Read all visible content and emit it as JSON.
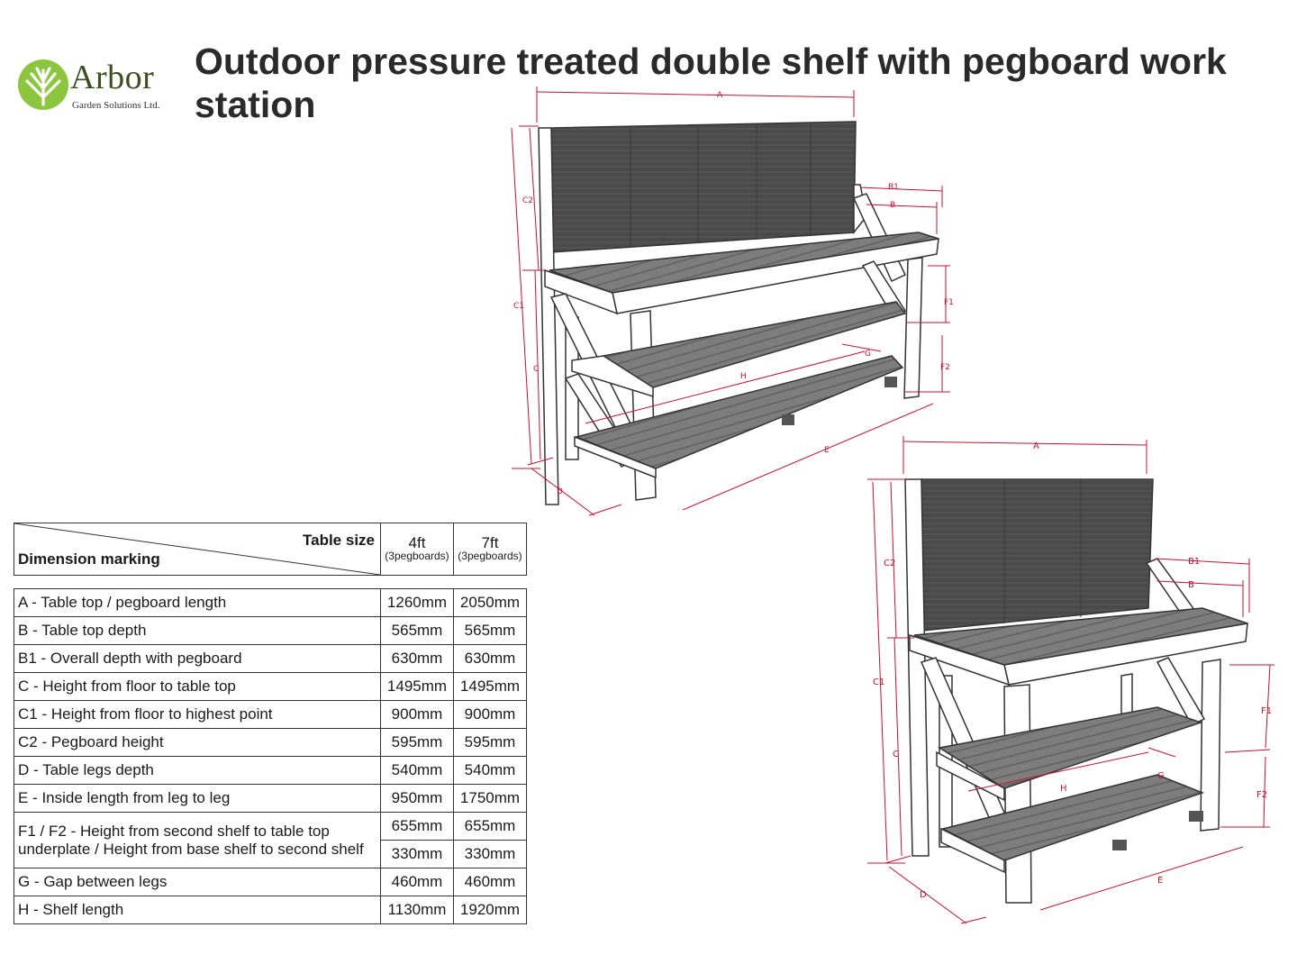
{
  "brand": {
    "name": "Arbor",
    "tagline": "Garden Solutions Ltd.",
    "color": "#8cc63f"
  },
  "title": "Outdoor pressure treated double shelf with pegboard work station",
  "diagram_labels": {
    "top": [
      "A",
      "B1",
      "B",
      "C2",
      "C1",
      "C",
      "F1",
      "F2",
      "G",
      "H",
      "E",
      "D"
    ],
    "bottom": [
      "A",
      "B1",
      "B",
      "C2",
      "C1",
      "C",
      "F1",
      "F2",
      "G",
      "H",
      "E",
      "D"
    ]
  },
  "table": {
    "header": {
      "table_size": "Table size",
      "dimension_marking": "Dimension marking",
      "col1_size": "4ft",
      "col1_note": "(3pegboards)",
      "col2_size": "7ft",
      "col2_note": "(3pegboards)"
    },
    "rows": [
      {
        "label": "A - Table top / pegboard length",
        "v4": "1260mm",
        "v7": "2050mm"
      },
      {
        "label": "B - Table top depth",
        "v4": "565mm",
        "v7": "565mm"
      },
      {
        "label": "B1 - Overall depth with pegboard",
        "v4": "630mm",
        "v7": "630mm"
      },
      {
        "label": "C - Height from floor to table top",
        "v4": "1495mm",
        "v7": "1495mm"
      },
      {
        "label": "C1 - Height from floor to highest point",
        "v4": "900mm",
        "v7": "900mm"
      },
      {
        "label": "C2 - Pegboard height",
        "v4": "595mm",
        "v7": "595mm"
      },
      {
        "label": "D - Table legs depth",
        "v4": "540mm",
        "v7": "540mm"
      },
      {
        "label": "E - Inside length from leg to leg",
        "v4": "950mm",
        "v7": "1750mm"
      }
    ],
    "f_row": {
      "label_line1": "F1 / F2  - Height from second shelf to table top",
      "label_line2": "underplate / Height from base shelf to second shelf",
      "f1_v4": "655mm",
      "f1_v7": "655mm",
      "f2_v4": "330mm",
      "f2_v7": "330mm"
    },
    "rows_after": [
      {
        "label": "G - Gap between legs",
        "v4": "460mm",
        "v7": "460mm"
      },
      {
        "label": "H - Shelf length",
        "v4": "1130mm",
        "v7": "1920mm"
      }
    ]
  }
}
